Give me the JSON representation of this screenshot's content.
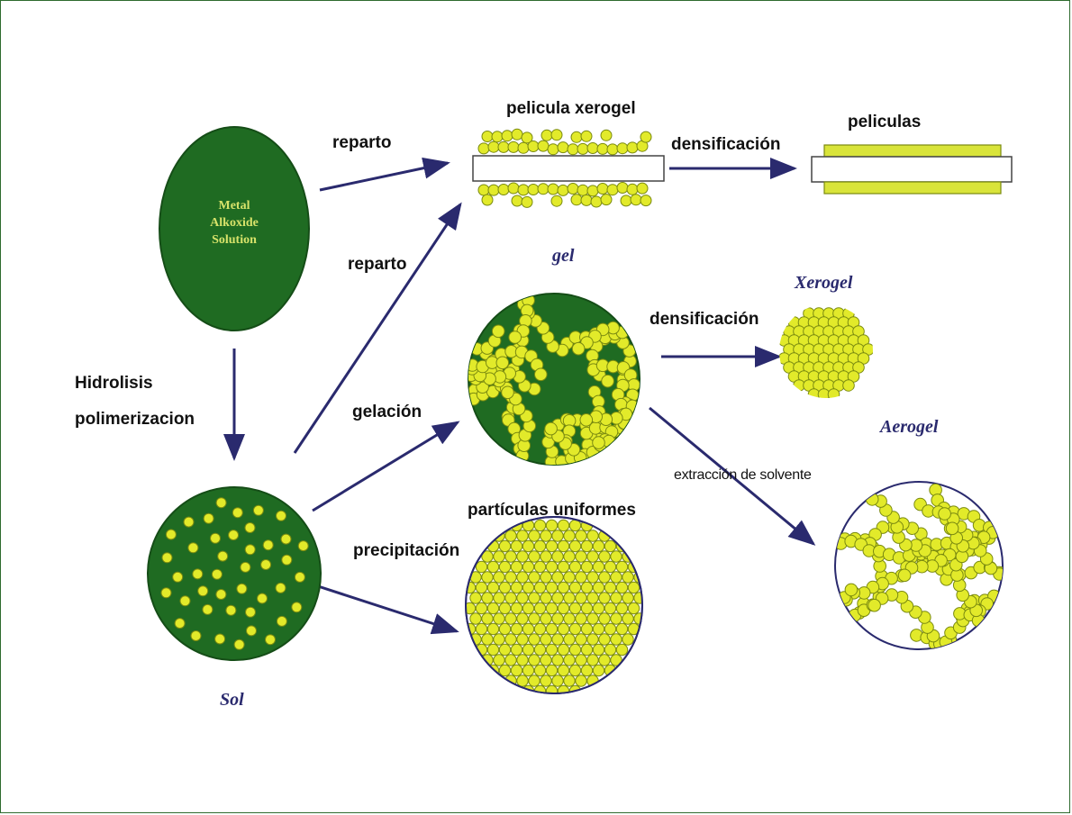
{
  "colors": {
    "dark_green": "#1f6b22",
    "particle_fill": "#e2ea2a",
    "particle_stroke": "#7a8a10",
    "film_yellow": "#d9e43a",
    "arrow": "#2a2a6e",
    "frame_border": "#2e6b2e"
  },
  "labels": {
    "metal_solution": [
      "Metal",
      "Alkoxide",
      "Solution"
    ],
    "sol": "Sol",
    "hydrolysis": [
      "Hidrolisis",
      "polimerizacion"
    ],
    "reparto_top": "reparto",
    "reparto_mid": "reparto",
    "gelacion": "gelación",
    "precipitacion": "precipitación",
    "pelicula_xerogel": "pelicula xerogel",
    "peliculas": "peliculas",
    "densificacion_top": "densificación",
    "densificacion_mid": "densificación",
    "gel": "gel",
    "xerogel": "Xerogel",
    "aerogel": "Aerogel",
    "extraccion": "extracción de solvente",
    "particulas_uniformes": "partículas uniformes"
  },
  "nodes": [
    "metal-alkoxide-solution",
    "sol",
    "pelicula-xerogel",
    "peliculas",
    "gel",
    "xerogel",
    "aerogel",
    "particulas-uniformes"
  ],
  "edges": [
    {
      "from": "metal-alkoxide-solution",
      "to": "pelicula-xerogel",
      "label": "reparto"
    },
    {
      "from": "metal-alkoxide-solution",
      "to": "sol",
      "label": "Hidrolisis polimerizacion"
    },
    {
      "from": "sol",
      "to": "pelicula-xerogel",
      "label": "reparto"
    },
    {
      "from": "sol",
      "to": "gel",
      "label": "gelación"
    },
    {
      "from": "sol",
      "to": "particulas-uniformes",
      "label": "precipitación"
    },
    {
      "from": "pelicula-xerogel",
      "to": "peliculas",
      "label": "densificación"
    },
    {
      "from": "gel",
      "to": "xerogel",
      "label": "densificación"
    },
    {
      "from": "gel",
      "to": "aerogel",
      "label": "extracción de solvente"
    }
  ]
}
